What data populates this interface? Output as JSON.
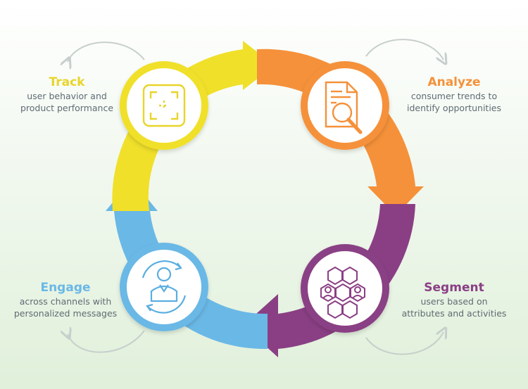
{
  "colors": {
    "track": "#f0e02a",
    "analyze": "#f5913a",
    "segment": "#8a3f84",
    "engage": "#6ab8e6",
    "gray": "#c7cfcc"
  },
  "stages": {
    "track": {
      "title": "Track",
      "line1": "user behavior and",
      "line2": "product performance",
      "icon": "scan-frame-icon"
    },
    "analyze": {
      "title": "Analyze",
      "line1": "consumer trends to",
      "line2": "identify opportunities",
      "icon": "document-magnifier-icon"
    },
    "segment": {
      "title": "Segment",
      "line1": "users based on",
      "line2": "attributes and activities",
      "icon": "hexagon-users-icon"
    },
    "engage": {
      "title": "Engage",
      "line1": "across channels with",
      "line2": "personalized messages",
      "icon": "user-refresh-icon"
    }
  }
}
